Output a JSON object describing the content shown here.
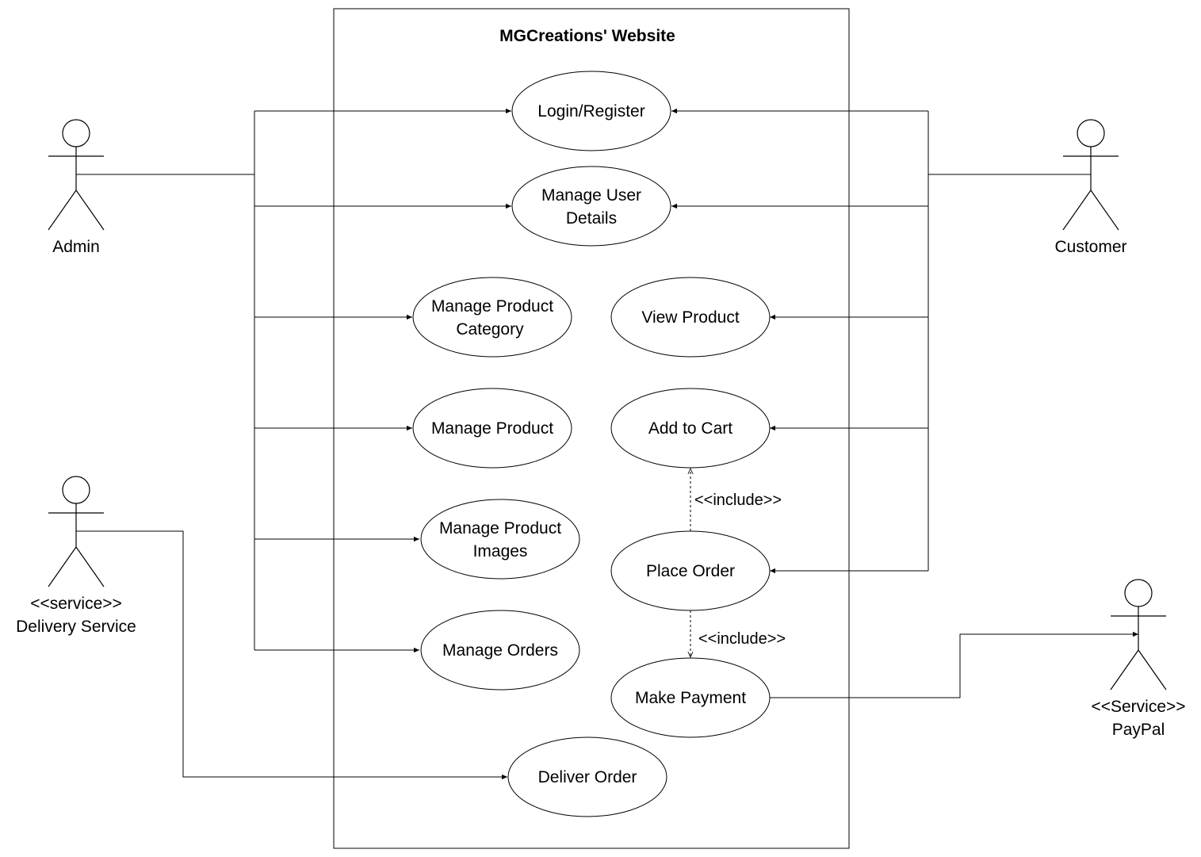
{
  "system": {
    "title": "MGCreations' Website"
  },
  "actors": {
    "admin": "Admin",
    "customer": "Customer",
    "delivery_stereotype": "<<service>>",
    "delivery_name": "Delivery Service",
    "paypal_stereotype": "<<Service>>",
    "paypal_name": "PayPal"
  },
  "use_cases": {
    "login": [
      "Login/Register"
    ],
    "manage_user_details": [
      "Manage User",
      "Details"
    ],
    "manage_product_category": [
      "Manage Product",
      "Category"
    ],
    "view_product": [
      "View Product"
    ],
    "manage_product": [
      "Manage Product"
    ],
    "add_to_cart": [
      "Add to Cart"
    ],
    "manage_product_images": [
      "Manage Product",
      "Images"
    ],
    "place_order": [
      "Place Order"
    ],
    "manage_orders": [
      "Manage Orders"
    ],
    "make_payment": [
      "Make Payment"
    ],
    "deliver_order": [
      "Deliver Order"
    ]
  },
  "relations": {
    "include_1": "<<include>>",
    "include_2": "<<include>>"
  }
}
